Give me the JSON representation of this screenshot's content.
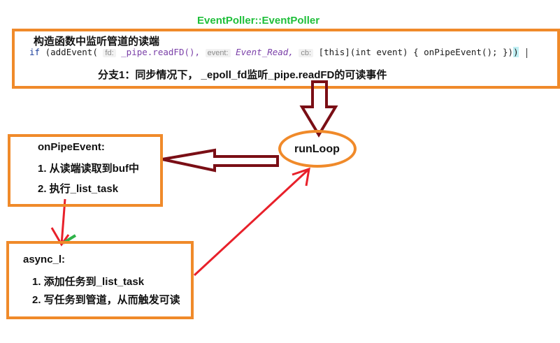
{
  "title": "EventPoller::EventPoller",
  "top_box": {
    "heading": "构造函数中监听管道的读端",
    "code": {
      "if_kw": "if",
      "prefix": "(addEvent(",
      "hint_fd": "fd:",
      "arg_fd": "_pipe.readFD(),",
      "hint_event": "event:",
      "arg_event": "Event_Read,",
      "hint_cb": "cb:",
      "arg_cb": "[this](int event) { onPipeEvent(); })",
      "tail": ")"
    },
    "branch": "分支1：同步情况下，  _epoll_fd监听_pipe.readFD的可读事件"
  },
  "run_loop": "runLoop",
  "pipe_event_box": {
    "title": "onPipeEvent:",
    "items": [
      "1. 从读端读取到buf中",
      "2. 执行_list_task"
    ]
  },
  "async_box": {
    "title": "async_l:",
    "items": [
      "1. 添加任务到_list_task",
      "2. 写任务到管道，从而触发可读"
    ]
  },
  "colors": {
    "box_border": "#f08a2a",
    "dark_arrow": "#7a0e15",
    "red_arrow": "#e8202a",
    "green_mark": "#2fb34a",
    "title": "#1fbf3a"
  }
}
